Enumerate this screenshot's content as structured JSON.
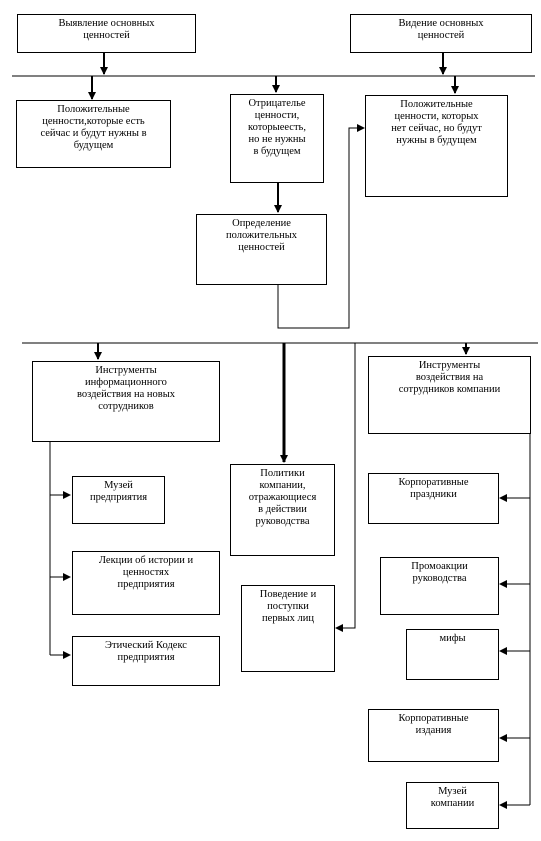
{
  "boxes": {
    "identify_values": "Выявление основных\nценностей",
    "vision_values": "Видение основных\nценностей",
    "positive_now_future": "Положительные\nценности,которые есть\nсейчас и будут нужны в\nбудущем",
    "negative_values": "Отрицателье\nценности,\nкоторыеесть,\nно не нужны\nв будущем",
    "positive_future": "Положительные\nценности, которых\nнет сейчас, но будут\nнужны в будущем",
    "define_positive": "Определение\nположительных\nценностей",
    "info_tools": "Инструменты\nинформационного\nвоздействия на новых\nсотрудников",
    "employee_tools": "Инструменты\nвоздействия на\nсотрудников компании",
    "museum_enterprise": "Музей\nпредприятия",
    "lectures": "Лекции об истории и\nценностях\nпредприятия",
    "ethics_code": "Этический Кодекс\nпредприятия",
    "company_policies": "Политики\nкомпании,\nотражающиеся\nв действии\nруководства",
    "leaders_behavior": "Поведение и\nпоступки\nпервых лиц",
    "corporate_holidays": "Корпоративные\nпраздники",
    "promo_actions": "Промоакции\nруководства",
    "myths": "мифы",
    "corporate_publications": "Корпоративные\nиздания",
    "museum_company": "Музей\nкомпании"
  }
}
